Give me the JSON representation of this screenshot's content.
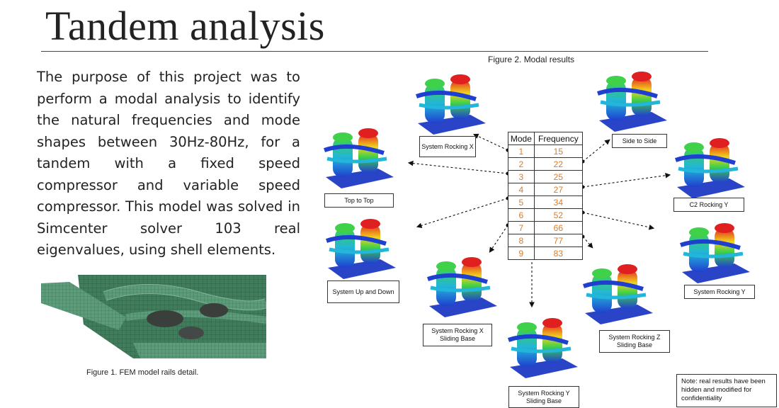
{
  "slide": {
    "title": "Tandem analysis",
    "body": "The purpose of this project was to perform a modal analysis to identify the natural frequencies and mode shapes between 30Hz-80Hz, for a tandem with a fixed speed compressor and variable speed compressor. This model was solved in Simcenter solver 103 real eigenvalues, using shell elements.",
    "figure1_caption": "Figure 1. FEM model rails detail.",
    "figure2_caption": "Figure 2. Modal results",
    "note": "Note: real results have been hidden and modified for confidentiality"
  },
  "table": {
    "headers": [
      "Mode",
      "Frequency"
    ],
    "rows": [
      [
        "1",
        "15"
      ],
      [
        "2",
        "22"
      ],
      [
        "3",
        "25"
      ],
      [
        "4",
        "27"
      ],
      [
        "5",
        "34"
      ],
      [
        "6",
        "52"
      ],
      [
        "7",
        "66"
      ],
      [
        "8",
        "77"
      ],
      [
        "9",
        "83"
      ]
    ],
    "value_color": "#e07a1e"
  },
  "mode_labels": {
    "system_rocking_x": "System Rocking X",
    "side_to_side": "Side to Side",
    "top_to_top": "Top to Top",
    "c2_rocking_y": "C2 Rocking Y",
    "system_up_down": "System Up and Down",
    "system_rocking_y": "System Rocking Y",
    "rocking_x_sliding": "System Rocking X Sliding Base",
    "rocking_z_sliding": "System Rocking Z Sliding Base",
    "rocking_y_sliding": "System Rocking Y Sliding Base"
  },
  "colors": {
    "mesh_green": "#3f7d5c",
    "contour_red": "#e02020",
    "contour_blue": "#1f3fd0"
  }
}
